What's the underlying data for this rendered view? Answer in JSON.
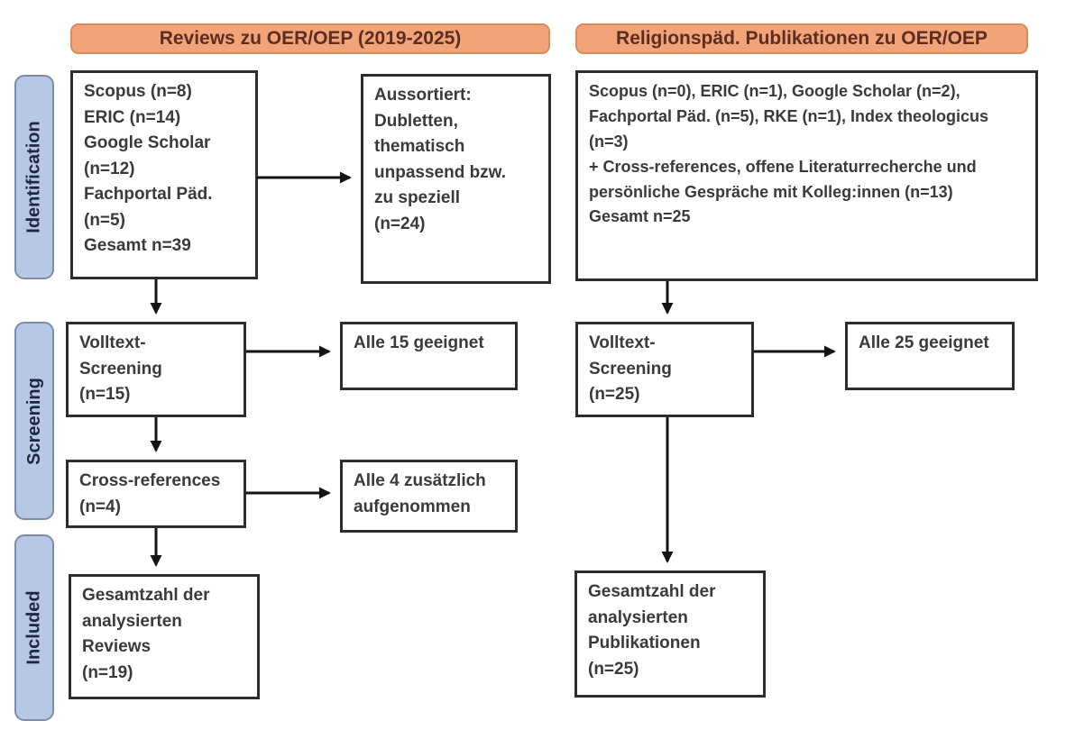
{
  "headers": {
    "left": "Reviews zu OER/OEP (2019-2025)",
    "right": "Religionspäd. Publikationen zu OER/OEP"
  },
  "stages": [
    {
      "label": "Identification"
    },
    {
      "label": "Screening"
    },
    {
      "label": "Included"
    }
  ],
  "left_column": {
    "sources": {
      "lines": [
        "Scopus (n=8)",
        "ERIC (n=14)",
        "Google Scholar (n=12)",
        "Fachportal Päd. (n=5)",
        "Gesamt n=39"
      ]
    },
    "excluded": {
      "lines": [
        "Aussortiert:",
        "Dubletten,",
        "thematisch",
        "unpassend bzw.",
        "zu speziell",
        "(n=24)"
      ]
    },
    "fulltext_screening": {
      "lines": [
        "Volltext-",
        "Screening",
        "(n=15)"
      ]
    },
    "all_suitable": {
      "lines": [
        "Alle 15 geeignet"
      ]
    },
    "cross_references": {
      "lines": [
        "Cross-references",
        "(n=4)"
      ]
    },
    "additional_included": {
      "lines": [
        "Alle 4 zusätzlich",
        "aufgenommen"
      ]
    },
    "total_included": {
      "lines": [
        "Gesamtzahl der",
        "analysierten",
        "Reviews",
        "(n=19)"
      ]
    }
  },
  "right_column": {
    "sources": {
      "lines": [
        "Scopus (n=0), ERIC (n=1), Google Scholar (n=2), Fachportal Päd. (n=5), RKE (n=1), Index theologicus (n=3)",
        "+ Cross-references, offene Literaturrecherche und persönliche Gespräche mit Kolleg:innen (n=13)",
        "Gesamt n=25"
      ]
    },
    "fulltext_screening": {
      "lines": [
        "Volltext-",
        "Screening",
        "(n=25)"
      ]
    },
    "all_suitable": {
      "lines": [
        "Alle 25 geeignet"
      ]
    },
    "total_included": {
      "lines": [
        "Gesamtzahl der",
        "analysierten",
        "Publikationen",
        "(n=25)"
      ]
    }
  },
  "colors": {
    "header_fill": "#f2a478",
    "header_border": "#d98a59",
    "header_text": "#5c2d23",
    "stage_fill": "#b7c7e6",
    "stage_border": "#7d8ba8",
    "stage_text": "#1e2742",
    "box_border": "#2d2d2d",
    "box_text": "#3a3a3a",
    "arrow": "#141414"
  }
}
